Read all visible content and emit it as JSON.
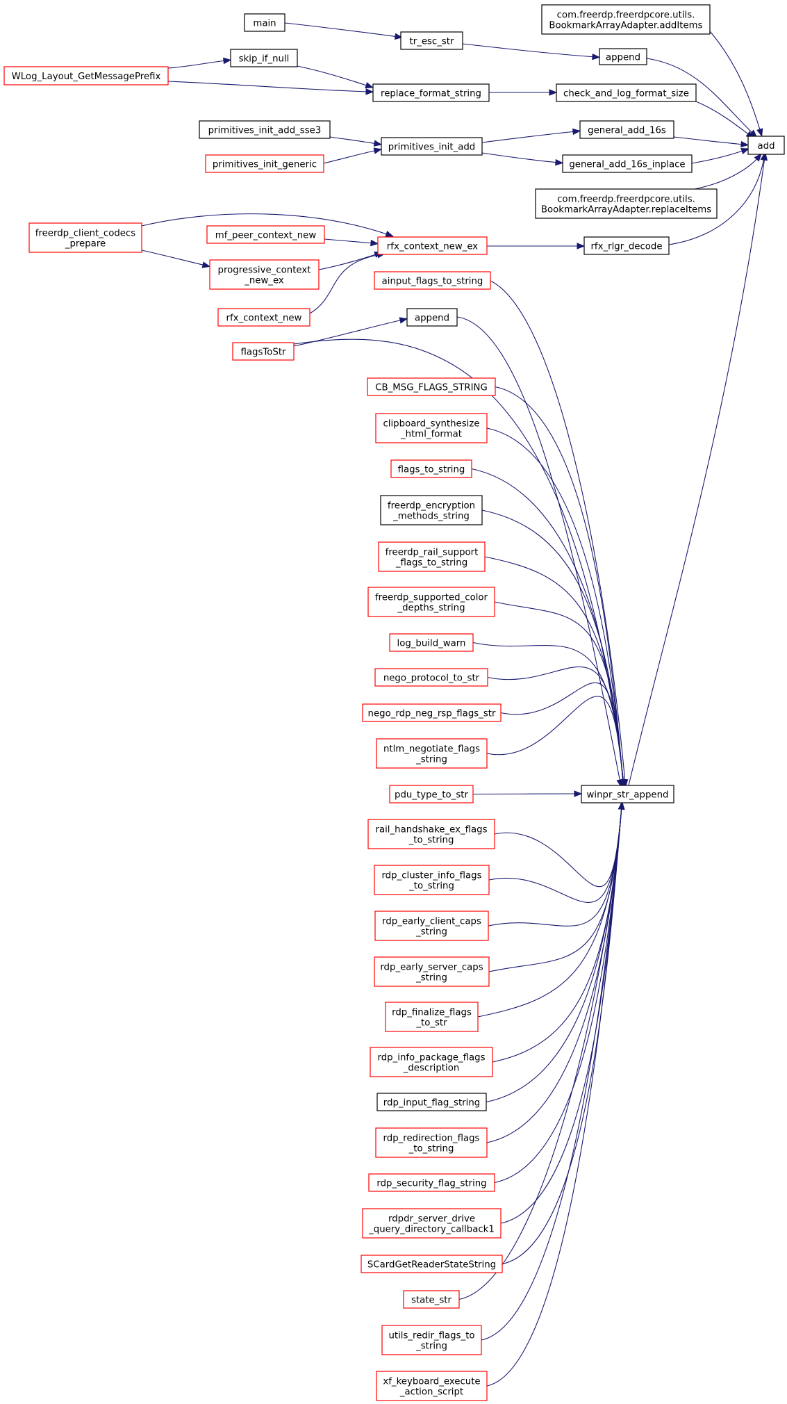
{
  "colors": {
    "edge": "#191970",
    "node_black": "#000000",
    "node_red": "#ff0000",
    "focus_fill": "#bfbfbf",
    "background": "#ffffff"
  },
  "nodes": {
    "add": {
      "lines": [
        "add"
      ],
      "border": "black",
      "focus": true
    },
    "addItems": {
      "lines": [
        "com.freerdp.freerdpcore.utils.",
        "BookmarkArrayAdapter.addItems"
      ],
      "border": "black"
    },
    "append1": {
      "lines": [
        "append"
      ],
      "border": "black"
    },
    "main": {
      "lines": [
        "main"
      ],
      "border": "black"
    },
    "tr_esc_str": {
      "lines": [
        "tr_esc_str"
      ],
      "border": "black"
    },
    "skip_if_null": {
      "lines": [
        "skip_if_null"
      ],
      "border": "black"
    },
    "wlog_prefix": {
      "lines": [
        "WLog_Layout_GetMessagePrefix"
      ],
      "border": "red"
    },
    "replace_format_string": {
      "lines": [
        "replace_format_string"
      ],
      "border": "black"
    },
    "check_and_log_format_size": {
      "lines": [
        "check_and_log_format_size"
      ],
      "border": "black"
    },
    "primitives_init_add_sse3": {
      "lines": [
        "primitives_init_add_sse3"
      ],
      "border": "black"
    },
    "primitives_init_add": {
      "lines": [
        "primitives_init_add"
      ],
      "border": "black"
    },
    "general_add_16s": {
      "lines": [
        "general_add_16s"
      ],
      "border": "black"
    },
    "primitives_init_generic": {
      "lines": [
        "primitives_init_generic"
      ],
      "border": "red"
    },
    "general_add_16s_inplace": {
      "lines": [
        "general_add_16s_inplace"
      ],
      "border": "black"
    },
    "replaceItems": {
      "lines": [
        "com.freerdp.freerdpcore.utils.",
        "BookmarkArrayAdapter.replaceItems"
      ],
      "border": "black"
    },
    "client_codecs_prepare": {
      "lines": [
        "freerdp_client_codecs",
        "_prepare"
      ],
      "border": "red"
    },
    "mf_peer_context_new": {
      "lines": [
        "mf_peer_context_new"
      ],
      "border": "red"
    },
    "rfx_context_new_ex": {
      "lines": [
        "rfx_context_new_ex"
      ],
      "border": "red"
    },
    "rfx_rlgr_decode": {
      "lines": [
        "rfx_rlgr_decode"
      ],
      "border": "black"
    },
    "progressive_context_new_ex": {
      "lines": [
        "progressive_context",
        "_new_ex"
      ],
      "border": "red"
    },
    "rfx_context_new": {
      "lines": [
        "rfx_context_new"
      ],
      "border": "red"
    },
    "ainput_flags_to_string": {
      "lines": [
        "ainput_flags_to_string"
      ],
      "border": "red"
    },
    "append2": {
      "lines": [
        "append"
      ],
      "border": "black"
    },
    "flagsToStr": {
      "lines": [
        "flagsToStr"
      ],
      "border": "red"
    },
    "cb_msg_flags_string": {
      "lines": [
        "CB_MSG_FLAGS_STRING"
      ],
      "border": "red"
    },
    "clipboard_synthesize": {
      "lines": [
        "clipboard_synthesize",
        "_html_format"
      ],
      "border": "red"
    },
    "flags_to_string": {
      "lines": [
        "flags_to_string"
      ],
      "border": "red"
    },
    "encryption_methods": {
      "lines": [
        "freerdp_encryption",
        "_methods_string"
      ],
      "border": "black"
    },
    "rail_support_flags": {
      "lines": [
        "freerdp_rail_support",
        "_flags_to_string"
      ],
      "border": "red"
    },
    "supported_color_depths": {
      "lines": [
        "freerdp_supported_color",
        "_depths_string"
      ],
      "border": "red"
    },
    "log_build_warn": {
      "lines": [
        "log_build_warn"
      ],
      "border": "red"
    },
    "nego_protocol_to_str": {
      "lines": [
        "nego_protocol_to_str"
      ],
      "border": "red"
    },
    "nego_rdp_neg_rsp_flags_str": {
      "lines": [
        "nego_rdp_neg_rsp_flags_str"
      ],
      "border": "red"
    },
    "ntlm_negotiate_flags": {
      "lines": [
        "ntlm_negotiate_flags",
        "_string"
      ],
      "border": "red"
    },
    "pdu_type_to_str": {
      "lines": [
        "pdu_type_to_str"
      ],
      "border": "red"
    },
    "winpr_str_append": {
      "lines": [
        "winpr_str_append"
      ],
      "border": "black"
    },
    "rail_handshake_ex": {
      "lines": [
        "rail_handshake_ex_flags",
        "_to_string"
      ],
      "border": "red"
    },
    "rdp_cluster_info": {
      "lines": [
        "rdp_cluster_info_flags",
        "_to_string"
      ],
      "border": "red"
    },
    "rdp_early_client_caps": {
      "lines": [
        "rdp_early_client_caps",
        "_string"
      ],
      "border": "red"
    },
    "rdp_early_server_caps": {
      "lines": [
        "rdp_early_server_caps",
        "_string"
      ],
      "border": "red"
    },
    "rdp_finalize_flags": {
      "lines": [
        "rdp_finalize_flags",
        "_to_str"
      ],
      "border": "red"
    },
    "rdp_info_package": {
      "lines": [
        "rdp_info_package_flags",
        "_description"
      ],
      "border": "red"
    },
    "rdp_input_flag_string": {
      "lines": [
        "rdp_input_flag_string"
      ],
      "border": "black"
    },
    "rdp_redirection_flags": {
      "lines": [
        "rdp_redirection_flags",
        "_to_string"
      ],
      "border": "red"
    },
    "rdp_security_flag_string": {
      "lines": [
        "rdp_security_flag_string"
      ],
      "border": "red"
    },
    "rdpdr_server_drive": {
      "lines": [
        "rdpdr_server_drive",
        "_query_directory_callback1"
      ],
      "border": "red"
    },
    "scard_reader_state": {
      "lines": [
        "SCardGetReaderStateString"
      ],
      "border": "red"
    },
    "state_str": {
      "lines": [
        "state_str"
      ],
      "border": "red"
    },
    "utils_redir_flags": {
      "lines": [
        "utils_redir_flags_to",
        "_string"
      ],
      "border": "red"
    },
    "xf_keyboard_execute": {
      "lines": [
        "xf_keyboard_execute",
        "_action_script"
      ],
      "border": "red"
    }
  },
  "edges": [
    [
      "main",
      "tr_esc_str"
    ],
    [
      "tr_esc_str",
      "append1"
    ],
    [
      "append1",
      "add"
    ],
    [
      "addItems",
      "add"
    ],
    [
      "wlog_prefix",
      "skip_if_null"
    ],
    [
      "skip_if_null",
      "replace_format_string"
    ],
    [
      "wlog_prefix",
      "replace_format_string"
    ],
    [
      "replace_format_string",
      "check_and_log_format_size"
    ],
    [
      "check_and_log_format_size",
      "add"
    ],
    [
      "primitives_init_add_sse3",
      "primitives_init_add"
    ],
    [
      "primitives_init_generic",
      "primitives_init_add"
    ],
    [
      "primitives_init_add",
      "general_add_16s"
    ],
    [
      "primitives_init_add",
      "general_add_16s_inplace"
    ],
    [
      "general_add_16s",
      "add"
    ],
    [
      "general_add_16s_inplace",
      "add"
    ],
    [
      "replaceItems",
      "add"
    ],
    [
      "client_codecs_prepare",
      "rfx_context_new_ex"
    ],
    [
      "client_codecs_prepare",
      "progressive_context_new_ex"
    ],
    [
      "mf_peer_context_new",
      "rfx_context_new_ex"
    ],
    [
      "progressive_context_new_ex",
      "rfx_context_new_ex"
    ],
    [
      "rfx_context_new",
      "rfx_context_new_ex"
    ],
    [
      "rfx_context_new_ex",
      "rfx_rlgr_decode"
    ],
    [
      "rfx_rlgr_decode",
      "add"
    ],
    [
      "winpr_str_append",
      "add"
    ],
    [
      "flagsToStr",
      "append2"
    ],
    [
      "append2",
      "winpr_str_append"
    ],
    [
      "flagsToStr",
      "winpr_str_append"
    ],
    [
      "ainput_flags_to_string",
      "winpr_str_append"
    ],
    [
      "cb_msg_flags_string",
      "winpr_str_append"
    ],
    [
      "clipboard_synthesize",
      "winpr_str_append"
    ],
    [
      "flags_to_string",
      "winpr_str_append"
    ],
    [
      "encryption_methods",
      "winpr_str_append"
    ],
    [
      "rail_support_flags",
      "winpr_str_append"
    ],
    [
      "supported_color_depths",
      "winpr_str_append"
    ],
    [
      "log_build_warn",
      "winpr_str_append"
    ],
    [
      "nego_protocol_to_str",
      "winpr_str_append"
    ],
    [
      "nego_rdp_neg_rsp_flags_str",
      "winpr_str_append"
    ],
    [
      "ntlm_negotiate_flags",
      "winpr_str_append"
    ],
    [
      "pdu_type_to_str",
      "winpr_str_append"
    ],
    [
      "rail_handshake_ex",
      "winpr_str_append"
    ],
    [
      "rdp_cluster_info",
      "winpr_str_append"
    ],
    [
      "rdp_early_client_caps",
      "winpr_str_append"
    ],
    [
      "rdp_early_server_caps",
      "winpr_str_append"
    ],
    [
      "rdp_finalize_flags",
      "winpr_str_append"
    ],
    [
      "rdp_info_package",
      "winpr_str_append"
    ],
    [
      "rdp_input_flag_string",
      "winpr_str_append"
    ],
    [
      "rdp_redirection_flags",
      "winpr_str_append"
    ],
    [
      "rdp_security_flag_string",
      "winpr_str_append"
    ],
    [
      "rdpdr_server_drive",
      "winpr_str_append"
    ],
    [
      "scard_reader_state",
      "winpr_str_append"
    ],
    [
      "state_str",
      "winpr_str_append"
    ],
    [
      "utils_redir_flags",
      "winpr_str_append"
    ],
    [
      "xf_keyboard_execute",
      "winpr_str_append"
    ]
  ]
}
